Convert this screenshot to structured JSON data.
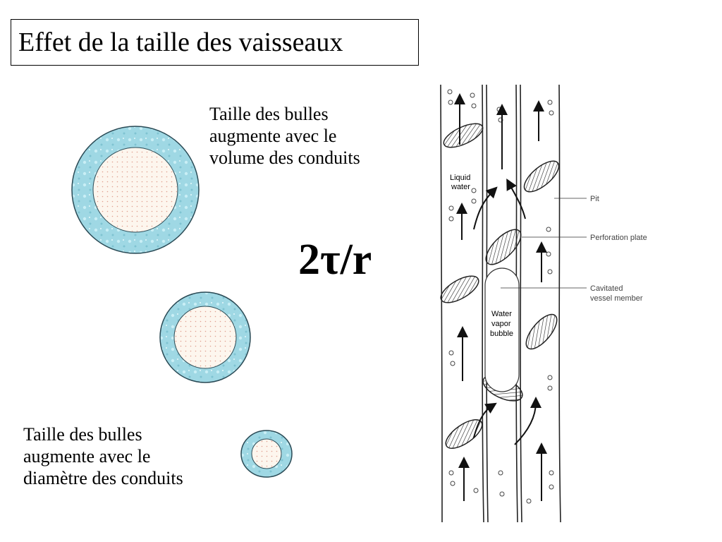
{
  "title": "Effet de la taille des vaisseaux",
  "caption_top": [
    "Taille des bulles",
    "augmente avec le",
    "volume des conduits"
  ],
  "caption_bottom": [
    "Taille des bulles",
    "augmente avec le",
    "diamètre des conduits"
  ],
  "formula": "2τ/r",
  "diagram": {
    "liquid_water": [
      "Liquid",
      "water"
    ],
    "bubble": [
      "Water",
      "vapor",
      "bubble"
    ],
    "labels": {
      "pit": "Pit",
      "perforation_plate": "Perforation plate",
      "cavitated": [
        "Cavitated",
        "vessel member"
      ]
    }
  },
  "colors": {
    "ring": "#9fd8e4",
    "ring_stroke": "#2a4a55",
    "inner": "#fdf6ee",
    "dots": "#e0a090"
  }
}
